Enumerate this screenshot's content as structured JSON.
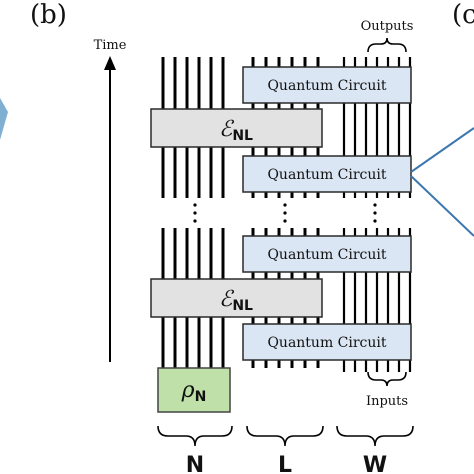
{
  "panel_labels": {
    "left": "(b)",
    "right": "(c"
  },
  "time_axis": {
    "label": "Time"
  },
  "outputs_label": "Outputs",
  "inputs_label": "Inputs",
  "quantum_circuits": [
    {
      "label": "Quantum Circuit"
    },
    {
      "label": "Quantum Circuit"
    },
    {
      "label": "Quantum Circuit"
    },
    {
      "label": "Quantum Circuit"
    }
  ],
  "nonlinear_channels": [
    {
      "symbol": "ℰ",
      "subscript": "NL"
    },
    {
      "symbol": "ℰ",
      "subscript": "NL"
    }
  ],
  "initial_state": {
    "symbol": "ρ",
    "subscript": "N",
    "fill_color": "#bfe0a8",
    "border_color": "#444444"
  },
  "register_labels": [
    "N",
    "L",
    "W"
  ],
  "colors": {
    "box_fill": "#dbe6f4",
    "box_border": "#2a2a2a",
    "channel_fill": "#e2e2e2",
    "wire": "#000000",
    "connector": "#3c77b0"
  }
}
